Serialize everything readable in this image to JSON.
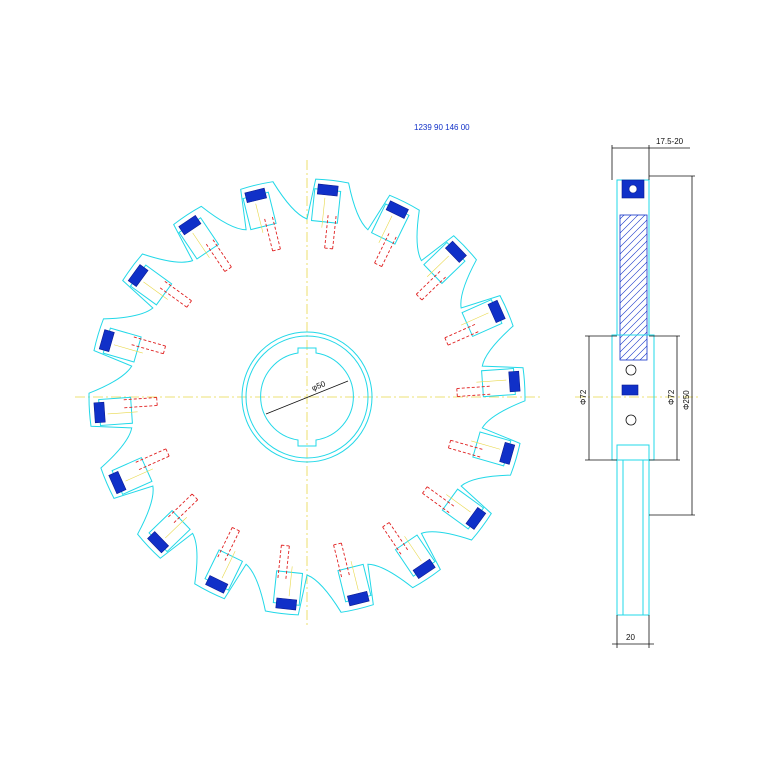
{
  "title": "1239 90 146 00",
  "bore_dia_label": "φ50",
  "side_view": {
    "dim_top": "17.5-20",
    "dim_left": "Φ72",
    "dim_mid": "Φ72",
    "dim_right": "Φ250",
    "dim_bottom": "20"
  },
  "cutter": {
    "tooth_count": 18
  },
  "colors": {
    "outline": "#22d8e8",
    "centerline": "#e8d84a",
    "hidden": "#e02020",
    "insert": "#1030c8",
    "dimension": "#111111"
  }
}
